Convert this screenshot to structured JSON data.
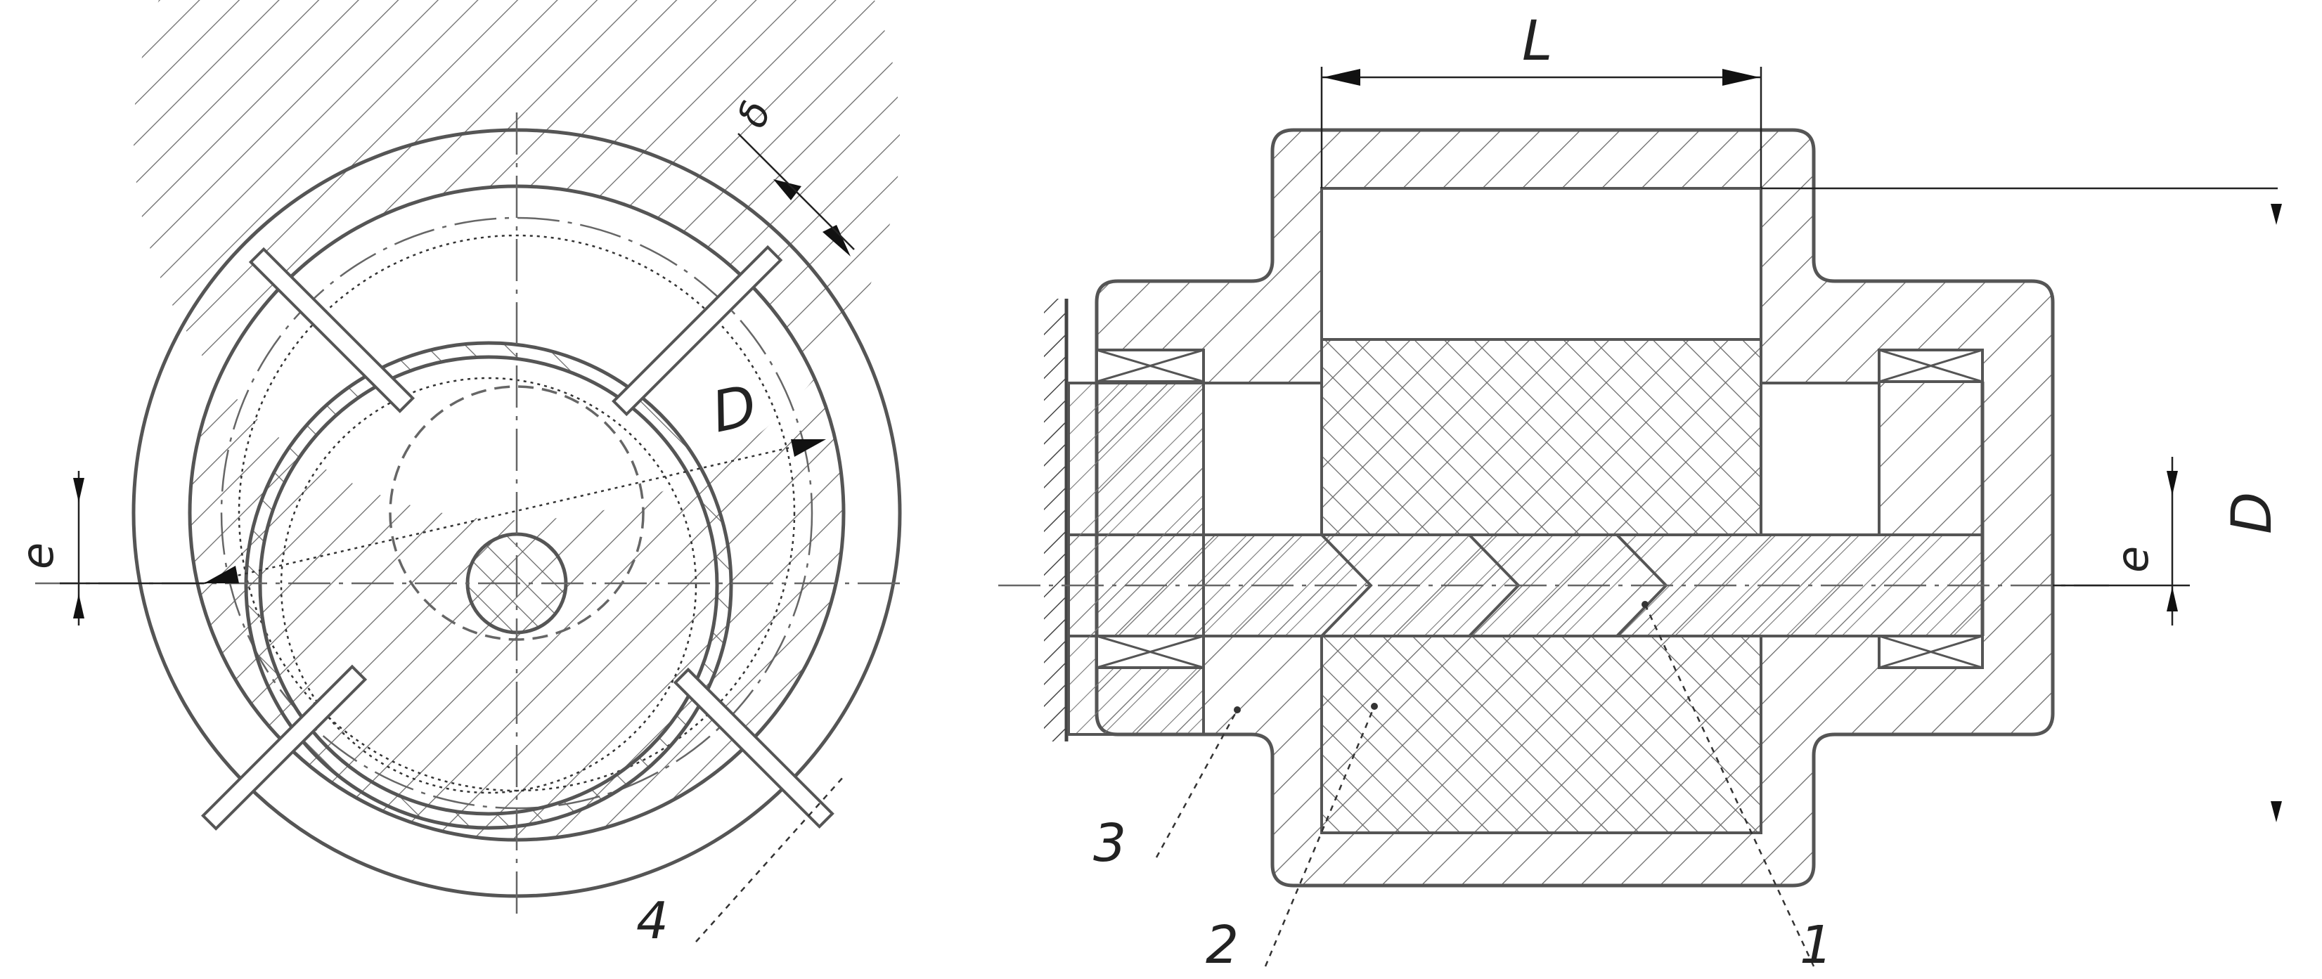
{
  "left_view": {
    "labels": {
      "delta": "δ",
      "diameter": "D",
      "eccentricity": "e",
      "part_4": "4"
    }
  },
  "right_view": {
    "labels": {
      "length": "L",
      "diameter": "D",
      "eccentricity": "e",
      "part_1": "1",
      "part_2": "2",
      "part_3": "3"
    }
  }
}
